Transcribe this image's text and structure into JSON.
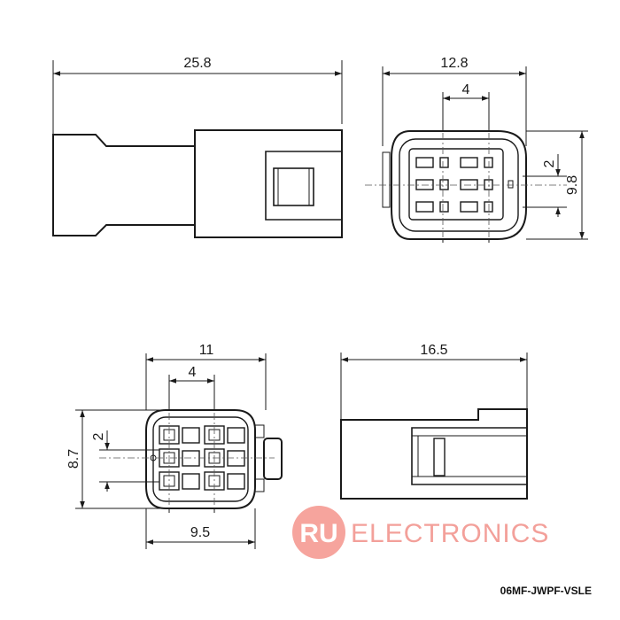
{
  "part_number": "06MF-JWPF-VSLE",
  "watermark": {
    "badge": "RU",
    "word": "ELECTRONICS",
    "color": "#f28c84"
  },
  "side_view": {
    "length": "25.8"
  },
  "front_view": {
    "width": "12.8",
    "pitch": "4",
    "row_pitch": "2",
    "height": "9.8"
  },
  "rear_view": {
    "width": "11",
    "pitch": "4",
    "row_pitch": "2",
    "height": "8.7",
    "inner_width": "9.5"
  },
  "top_view": {
    "length": "16.5"
  }
}
